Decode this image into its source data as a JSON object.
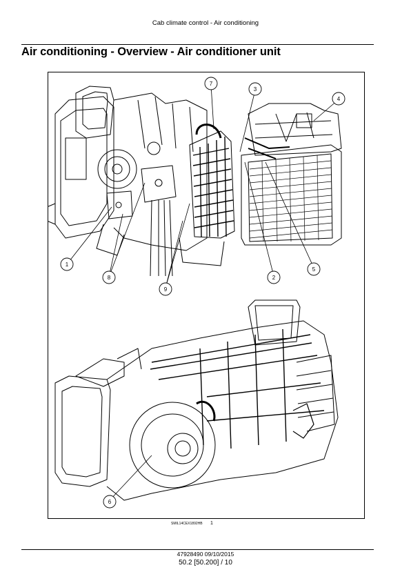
{
  "header": {
    "section_title": "Cab climate control - Air conditioning"
  },
  "page_title": "Air conditioning - Overview - Air conditioner unit",
  "figure": {
    "callouts": [
      "1",
      "2",
      "3",
      "4",
      "5",
      "6",
      "7",
      "8",
      "9"
    ],
    "image_ref": "SMIL14CEX1892HB",
    "figure_number": "1"
  },
  "footer": {
    "document_ref": "47928490 09/10/2015",
    "page_ref": "50.2 [50.200] / 10"
  }
}
